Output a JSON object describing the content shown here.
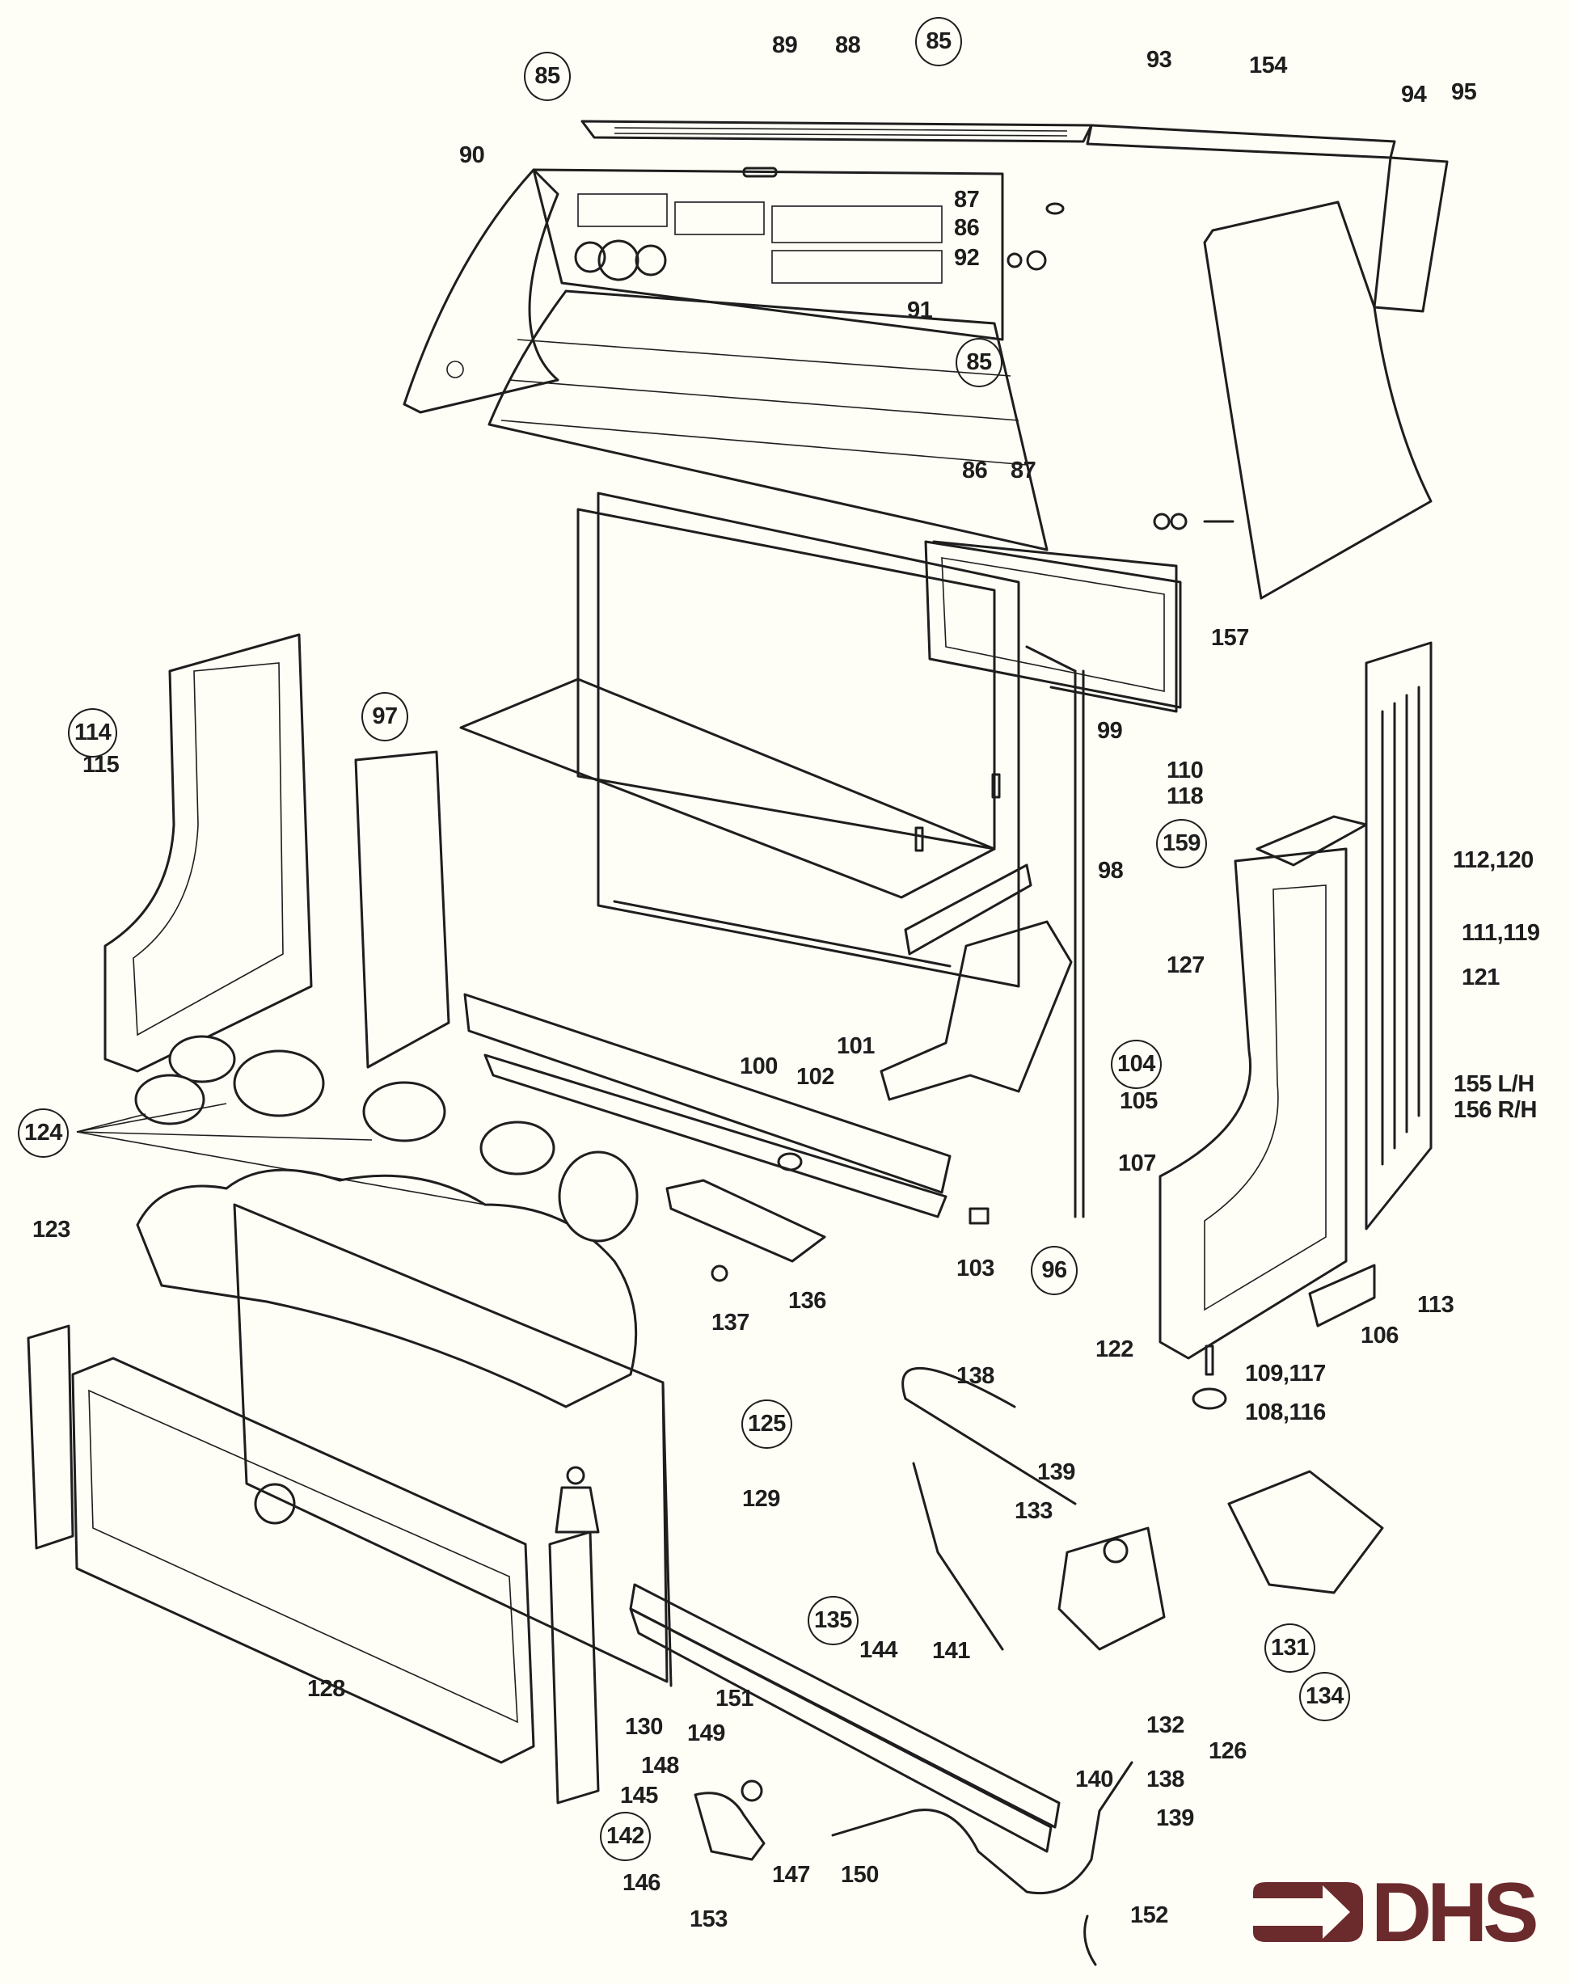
{
  "title": "Gas fire exploded parts diagram",
  "brand": {
    "name": "DHS",
    "color": "#6b2a2c"
  },
  "background_color": "#fefdf6",
  "ink_color": "#1e1e1e",
  "callouts": [
    {
      "id": "c85a",
      "text": "85",
      "circled": true,
      "part": "top-canopy-assembly"
    },
    {
      "id": "c89",
      "text": "89",
      "circled": false
    },
    {
      "id": "c88",
      "text": "88",
      "circled": false
    },
    {
      "id": "c85b",
      "text": "85",
      "circled": true
    },
    {
      "id": "c93",
      "text": "93",
      "circled": false
    },
    {
      "id": "c154",
      "text": "154",
      "circled": false
    },
    {
      "id": "c94",
      "text": "94",
      "circled": false
    },
    {
      "id": "c95",
      "text": "95",
      "circled": false
    },
    {
      "id": "c90",
      "text": "90",
      "circled": false
    },
    {
      "id": "c87a",
      "text": "87",
      "circled": false
    },
    {
      "id": "c86a",
      "text": "86",
      "circled": false
    },
    {
      "id": "c92",
      "text": "92",
      "circled": false
    },
    {
      "id": "c91",
      "text": "91",
      "circled": false
    },
    {
      "id": "c85c",
      "text": "85",
      "circled": true
    },
    {
      "id": "c86b",
      "text": "86",
      "circled": false
    },
    {
      "id": "c87b",
      "text": "87",
      "circled": false
    },
    {
      "id": "c157",
      "text": "157",
      "circled": false
    },
    {
      "id": "c114",
      "text": "114",
      "circled": true
    },
    {
      "id": "c115",
      "text": "115",
      "circled": false
    },
    {
      "id": "c97",
      "text": "97",
      "circled": true
    },
    {
      "id": "c99",
      "text": "99",
      "circled": false
    },
    {
      "id": "c110_118",
      "text": "110\n118",
      "circled": false
    },
    {
      "id": "c159",
      "text": "159",
      "circled": true
    },
    {
      "id": "c98",
      "text": "98",
      "circled": false
    },
    {
      "id": "c112_120",
      "text": "112,120",
      "circled": false
    },
    {
      "id": "c111_119",
      "text": "111,119",
      "circled": false
    },
    {
      "id": "c127",
      "text": "127",
      "circled": false
    },
    {
      "id": "c121",
      "text": "121",
      "circled": false
    },
    {
      "id": "c101",
      "text": "101",
      "circled": false
    },
    {
      "id": "c100",
      "text": "100",
      "circled": false
    },
    {
      "id": "c102",
      "text": "102",
      "circled": false
    },
    {
      "id": "c104",
      "text": "104",
      "circled": true
    },
    {
      "id": "c105",
      "text": "105",
      "circled": false
    },
    {
      "id": "c155_156",
      "text": "155 L/H\n156 R/H",
      "circled": false
    },
    {
      "id": "c124",
      "text": "124",
      "circled": true
    },
    {
      "id": "c107",
      "text": "107",
      "circled": false
    },
    {
      "id": "c123",
      "text": "123",
      "circled": false
    },
    {
      "id": "c103",
      "text": "103",
      "circled": false
    },
    {
      "id": "c96",
      "text": "96",
      "circled": true
    },
    {
      "id": "c137",
      "text": "137",
      "circled": false
    },
    {
      "id": "c136",
      "text": "136",
      "circled": false
    },
    {
      "id": "c113",
      "text": "113",
      "circled": false
    },
    {
      "id": "c106",
      "text": "106",
      "circled": false
    },
    {
      "id": "c122",
      "text": "122",
      "circled": false
    },
    {
      "id": "c138a",
      "text": "138",
      "circled": false
    },
    {
      "id": "c109_117",
      "text": "109,117",
      "circled": false
    },
    {
      "id": "c108_116",
      "text": "108,116",
      "circled": false
    },
    {
      "id": "c125",
      "text": "125",
      "circled": true
    },
    {
      "id": "c129",
      "text": "129",
      "circled": false
    },
    {
      "id": "c139a",
      "text": "139",
      "circled": false
    },
    {
      "id": "c133",
      "text": "133",
      "circled": false
    },
    {
      "id": "c135",
      "text": "135",
      "circled": true
    },
    {
      "id": "c144",
      "text": "144",
      "circled": false
    },
    {
      "id": "c141",
      "text": "141",
      "circled": false
    },
    {
      "id": "c131",
      "text": "131",
      "circled": true
    },
    {
      "id": "c134",
      "text": "134",
      "circled": true
    },
    {
      "id": "c128",
      "text": "128",
      "circled": false
    },
    {
      "id": "c130",
      "text": "130",
      "circled": false
    },
    {
      "id": "c151",
      "text": "151",
      "circled": false
    },
    {
      "id": "c132",
      "text": "132",
      "circled": false
    },
    {
      "id": "c126",
      "text": "126",
      "circled": false
    },
    {
      "id": "c149",
      "text": "149",
      "circled": false
    },
    {
      "id": "c148",
      "text": "148",
      "circled": false
    },
    {
      "id": "c140",
      "text": "140",
      "circled": false
    },
    {
      "id": "c138b",
      "text": "138",
      "circled": false
    },
    {
      "id": "c145",
      "text": "145",
      "circled": false
    },
    {
      "id": "c142",
      "text": "142",
      "circled": true
    },
    {
      "id": "c139b",
      "text": "139",
      "circled": false
    },
    {
      "id": "c146",
      "text": "146",
      "circled": false
    },
    {
      "id": "c147",
      "text": "147",
      "circled": false
    },
    {
      "id": "c150",
      "text": "150",
      "circled": false
    },
    {
      "id": "c153",
      "text": "153",
      "circled": false
    },
    {
      "id": "c152",
      "text": "152",
      "circled": false
    }
  ]
}
